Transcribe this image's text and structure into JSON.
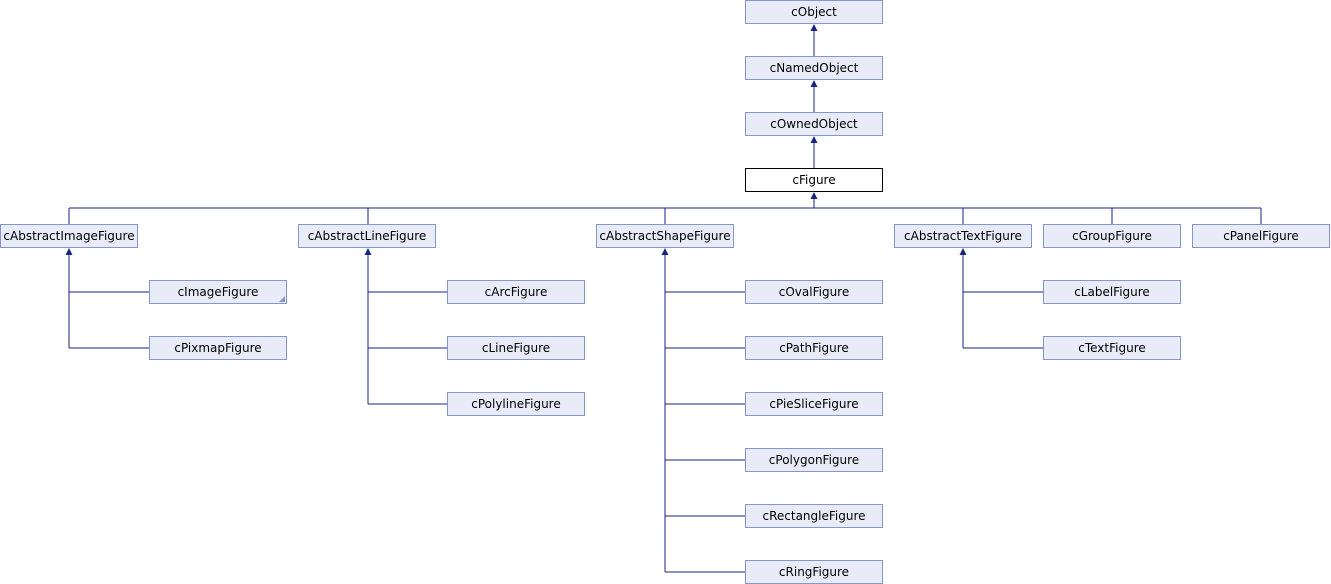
{
  "diagram": {
    "classes": {
      "cObject": "cObject",
      "cNamedObject": "cNamedObject",
      "cOwnedObject": "cOwnedObject",
      "cFigure": "cFigure",
      "cAbstractImageFigure": "cAbstractImageFigure",
      "cAbstractLineFigure": "cAbstractLineFigure",
      "cAbstractShapeFigure": "cAbstractShapeFigure",
      "cAbstractTextFigure": "cAbstractTextFigure",
      "cGroupFigure": "cGroupFigure",
      "cPanelFigure": "cPanelFigure",
      "cImageFigure": "cImageFigure",
      "cPixmapFigure": "cPixmapFigure",
      "cArcFigure": "cArcFigure",
      "cLineFigure": "cLineFigure",
      "cPolylineFigure": "cPolylineFigure",
      "cOvalFigure": "cOvalFigure",
      "cPathFigure": "cPathFigure",
      "cPieSliceFigure": "cPieSliceFigure",
      "cPolygonFigure": "cPolygonFigure",
      "cRectangleFigure": "cRectangleFigure",
      "cRingFigure": "cRingFigure",
      "cLabelFigure": "cLabelFigure",
      "cTextFigure": "cTextFigure"
    },
    "current_class": "cFigure",
    "inheritance": [
      {
        "child": "cNamedObject",
        "parent": "cObject"
      },
      {
        "child": "cOwnedObject",
        "parent": "cNamedObject"
      },
      {
        "child": "cFigure",
        "parent": "cOwnedObject"
      },
      {
        "child": "cAbstractImageFigure",
        "parent": "cFigure"
      },
      {
        "child": "cAbstractLineFigure",
        "parent": "cFigure"
      },
      {
        "child": "cAbstractShapeFigure",
        "parent": "cFigure"
      },
      {
        "child": "cAbstractTextFigure",
        "parent": "cFigure"
      },
      {
        "child": "cGroupFigure",
        "parent": "cFigure"
      },
      {
        "child": "cPanelFigure",
        "parent": "cFigure"
      },
      {
        "child": "cImageFigure",
        "parent": "cAbstractImageFigure"
      },
      {
        "child": "cPixmapFigure",
        "parent": "cAbstractImageFigure"
      },
      {
        "child": "cArcFigure",
        "parent": "cAbstractLineFigure"
      },
      {
        "child": "cLineFigure",
        "parent": "cAbstractLineFigure"
      },
      {
        "child": "cPolylineFigure",
        "parent": "cAbstractLineFigure"
      },
      {
        "child": "cOvalFigure",
        "parent": "cAbstractShapeFigure"
      },
      {
        "child": "cPathFigure",
        "parent": "cAbstractShapeFigure"
      },
      {
        "child": "cPieSliceFigure",
        "parent": "cAbstractShapeFigure"
      },
      {
        "child": "cPolygonFigure",
        "parent": "cAbstractShapeFigure"
      },
      {
        "child": "cRectangleFigure",
        "parent": "cAbstractShapeFigure"
      },
      {
        "child": "cRingFigure",
        "parent": "cAbstractShapeFigure"
      },
      {
        "child": "cLabelFigure",
        "parent": "cAbstractTextFigure"
      },
      {
        "child": "cTextFigure",
        "parent": "cAbstractTextFigure"
      }
    ],
    "colors": {
      "node_fill": "#e8ecf8",
      "node_border": "#8696c8",
      "current_fill": "#ffffff",
      "current_border": "#000000",
      "edge": "#1a237e"
    }
  }
}
